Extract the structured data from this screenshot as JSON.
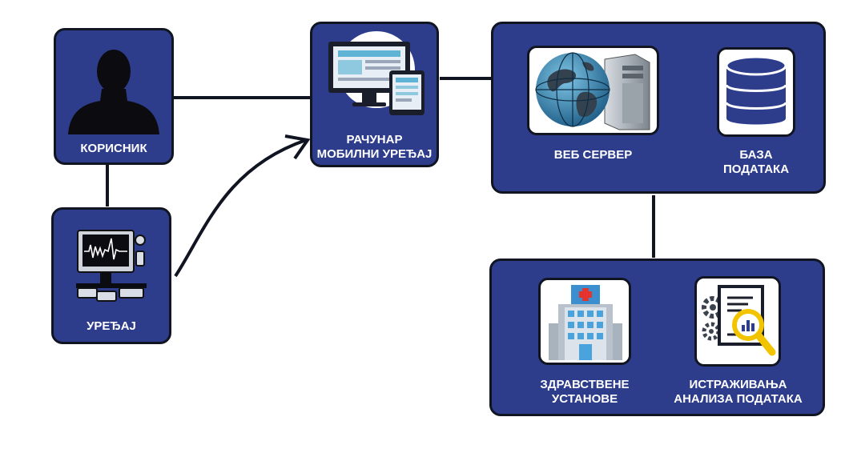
{
  "nodes": {
    "user": {
      "label": "КОРИСНИК",
      "icon": "user-silhouette-icon"
    },
    "device": {
      "label": "УРЕЂАЈ",
      "icon": "medical-monitor-icon"
    },
    "computer": {
      "label": "РАЧУНАР\nМОБИЛНИ УРЕЂАЈ",
      "icon": "computer-tablet-icon"
    },
    "web_server": {
      "label": "ВЕБ СЕРВЕР",
      "icon": "globe-server-icon"
    },
    "database": {
      "label": "БАЗА\nПОДАТАКА",
      "icon": "database-icon"
    },
    "health": {
      "label": "ЗДРАВСТВЕНЕ\nУСТАНОВЕ",
      "icon": "hospital-icon"
    },
    "research": {
      "label": "ИСТРАЖИВАЊА\nАНАЛИЗА ПОДАТАКА",
      "icon": "report-analysis-icon"
    }
  },
  "colors": {
    "box_fill": "#2d3d8c",
    "border": "#111522",
    "label": "#ffffff",
    "connector": "#111522"
  }
}
